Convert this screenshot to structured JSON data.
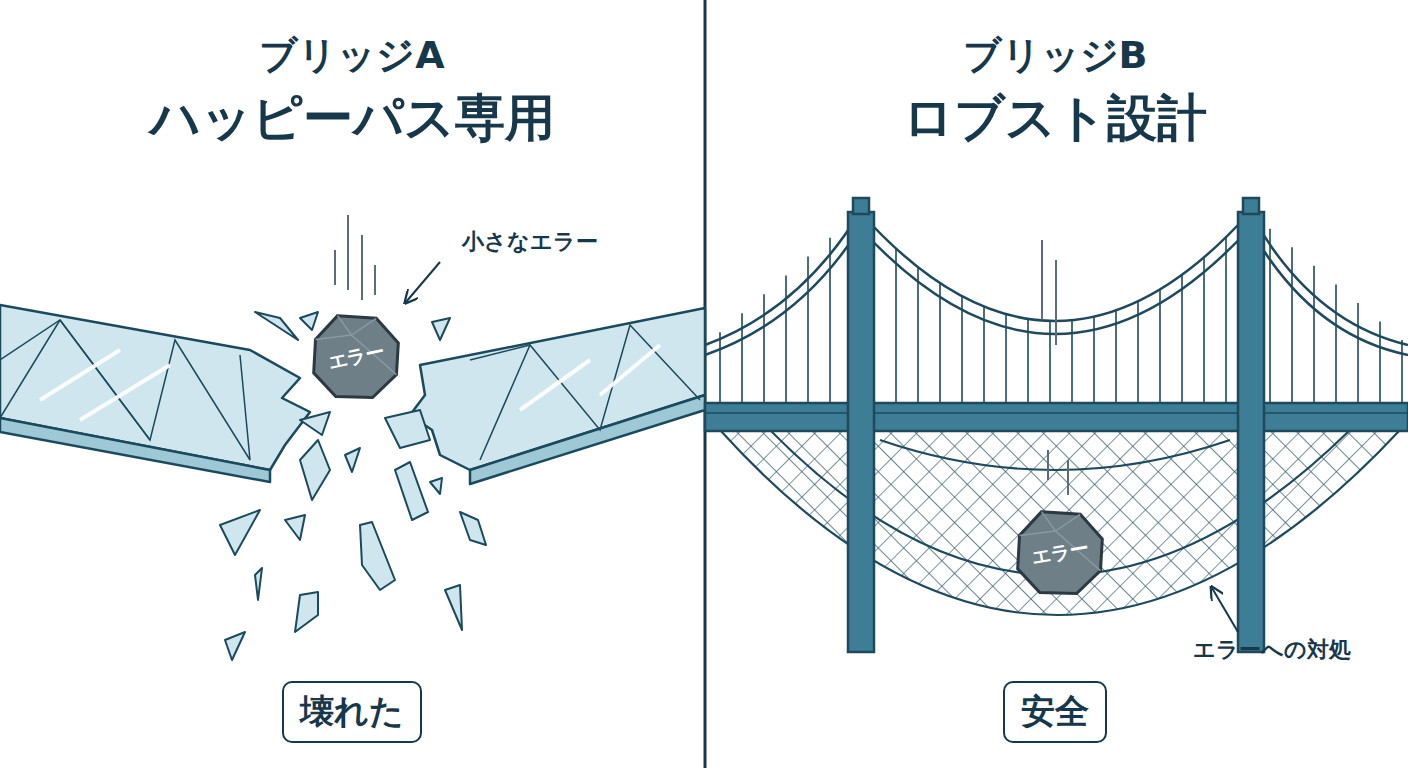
{
  "diagram": {
    "nodes": [
      {
        "text": [
          "エラー"
        ]
      },
      {
        "text": [
          "壊れた"
        ]
      },
      {
        "text": [
          "エラー"
        ]
      },
      {
        "text": [
          "安全"
        ]
      }
    ],
    "labels": [
      "ブリッジA",
      "ハッピーパス専用",
      "小さなエラー",
      "ブリッジB",
      "ロブスト設計",
      "エラーへの対処"
    ]
  }
}
